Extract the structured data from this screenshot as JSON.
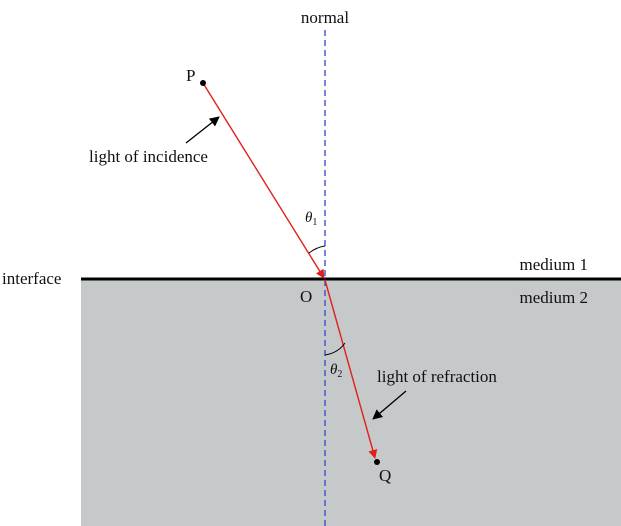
{
  "labels": {
    "normal": "normal",
    "interface": "interface",
    "medium_1": "medium 1",
    "medium_2": "medium 2",
    "incidence": "light of incidence",
    "refraction": "light of refraction",
    "point_p": "P",
    "point_o": "O",
    "point_q": "Q",
    "theta_1": "θ",
    "theta_1_sub": "1",
    "theta_2": "θ",
    "theta_2_sub": "2"
  },
  "colors": {
    "medium_2_fill": "#c5c9ca",
    "ray": "#e0201c",
    "normal_line": "#3344cc",
    "interface_line": "#000000"
  }
}
